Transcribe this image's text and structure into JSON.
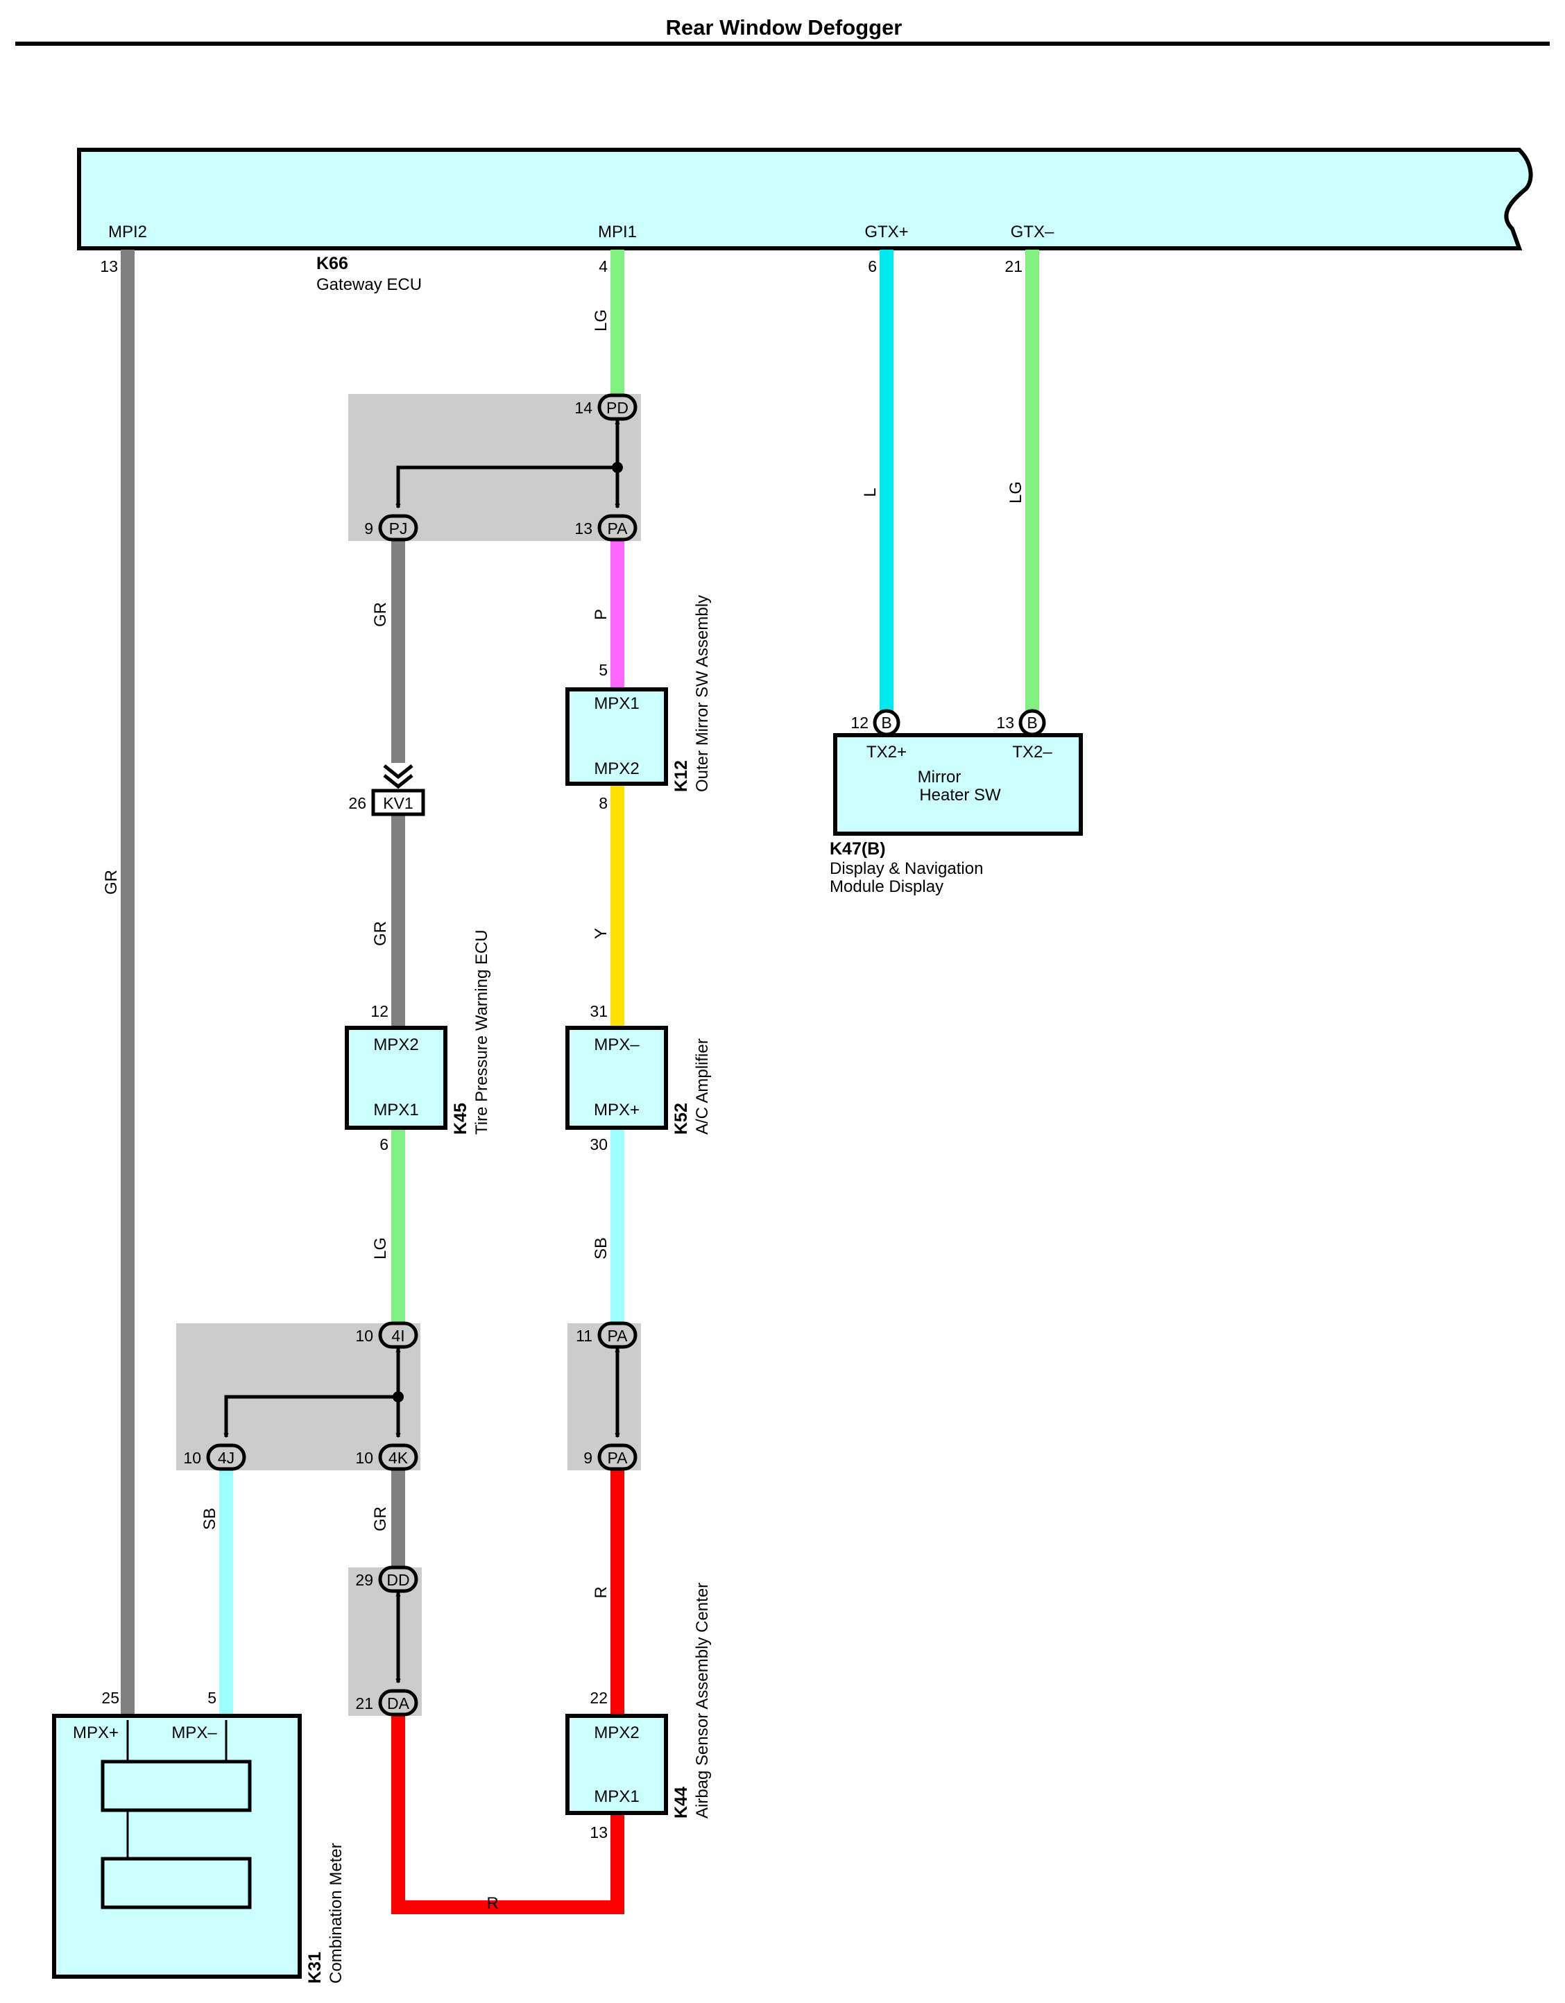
{
  "title": "Rear Window Defogger",
  "colors": {
    "GR": "#808080",
    "LG": "#80f080",
    "L": "#00e8f0",
    "P": "#ff66ff",
    "Y": "#ffe000",
    "SB": "#99ffff",
    "R": "#ff0000",
    "ecu_fill": "#ccffff",
    "junction_fill": "#cccccc"
  },
  "gateway": {
    "code": "K66",
    "name": "Gateway ECU",
    "pins": [
      {
        "label": "MPI2",
        "num": "13"
      },
      {
        "label": "MPI1",
        "num": "4"
      },
      {
        "label": "GTX+",
        "num": "6"
      },
      {
        "label": "GTX–",
        "num": "21"
      }
    ]
  },
  "wire_codes": [
    "GR",
    "LG",
    "L",
    "LG",
    "GR",
    "P",
    "GR",
    "Y",
    "LG",
    "SB",
    "SB",
    "GR",
    "R",
    "R"
  ],
  "junction_pd": {
    "pins": [
      {
        "num": "14",
        "cap": "PD"
      },
      {
        "num": "9",
        "cap": "PJ"
      },
      {
        "num": "13",
        "cap": "PA"
      }
    ]
  },
  "kv1": {
    "num": "26",
    "cap": "KV1"
  },
  "junction_4i": {
    "pins": [
      {
        "num": "10",
        "cap": "4I"
      },
      {
        "num": "10",
        "cap": "4J"
      },
      {
        "num": "10",
        "cap": "4K"
      }
    ]
  },
  "junction_pa2": {
    "pins": [
      {
        "num": "11",
        "cap": "PA"
      },
      {
        "num": "9",
        "cap": "PA"
      }
    ]
  },
  "junction_dd": {
    "pins": [
      {
        "num": "29",
        "cap": "DD"
      },
      {
        "num": "21",
        "cap": "DA"
      }
    ]
  },
  "k12": {
    "code": "K12",
    "name": "Outer Mirror SW Assembly",
    "top": "MPX1",
    "bottom": "MPX2",
    "pin_top": "5",
    "pin_bottom": "8"
  },
  "k47": {
    "code": "K47(B)",
    "name1": "Display & Navigation",
    "name2": "Module Display",
    "pin1": "12",
    "pin2": "13",
    "cap": "B",
    "tx1": "TX2+",
    "tx2": "TX2–",
    "inner1": "Mirror",
    "inner2": "Heater SW"
  },
  "k45": {
    "code": "K45",
    "name": "Tire Pressure Warning ECU",
    "top": "MPX2",
    "bottom": "MPX1",
    "pin_top": "12",
    "pin_bottom": "6"
  },
  "k52": {
    "code": "K52",
    "name": "A/C Amplifier",
    "top": "MPX–",
    "bottom": "MPX+",
    "pin_top": "31",
    "pin_bottom": "30"
  },
  "k44": {
    "code": "K44",
    "name": "Airbag Sensor Assembly Center",
    "top": "MPX2",
    "bottom": "MPX1",
    "pin_top": "22",
    "pin_bottom": "13"
  },
  "k31": {
    "code": "K31",
    "name": "Combination Meter",
    "l1": "MPX+",
    "l2": "MPX–",
    "pin1": "25",
    "pin2": "5"
  }
}
